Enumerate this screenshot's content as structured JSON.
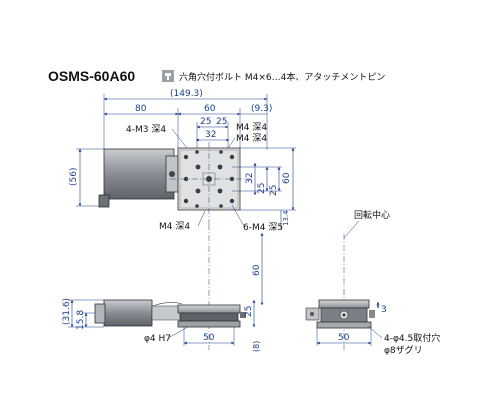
{
  "header": {
    "model": "OSMS-60A60",
    "note_icon": "hex-socket-bolt-icon",
    "note": "六角穴付ボルト M4×6…4本、アタッチメントピン"
  },
  "colors": {
    "dimension": "#1a3f8a",
    "stage_top": "#b9bcc0",
    "stage_dark": "#5d6168",
    "motor": "#8a8e94"
  },
  "top_view": {
    "overall_width": "(149.3)",
    "motor_len": "80",
    "stage_width": "60",
    "overhang": "(9.3)",
    "hole_a": "25",
    "hole_b": "25",
    "hole_c": "32",
    "m3_label": "4-M3 深4",
    "m4_label_top": "M4 深4",
    "m4_label_bottom": "M4 深4",
    "m4_6_label": "6-M4 深5",
    "height_56": "(56)",
    "v32": "32",
    "v25a": "25",
    "v25b": "25",
    "v60": "60",
    "v13_4": "13.4"
  },
  "center_label": "回転中心",
  "front_view": {
    "h31_6": "(31.6)",
    "h15_8": "15.8",
    "travel_60": "60",
    "h25": "25",
    "w50": "50",
    "v8": "(8)",
    "pin_label": "φ4 H7"
  },
  "side_view": {
    "v3": "3",
    "w50": "50",
    "mount_holes": "4-φ4.5取付穴",
    "counterbore": "φ8ザグリ"
  }
}
